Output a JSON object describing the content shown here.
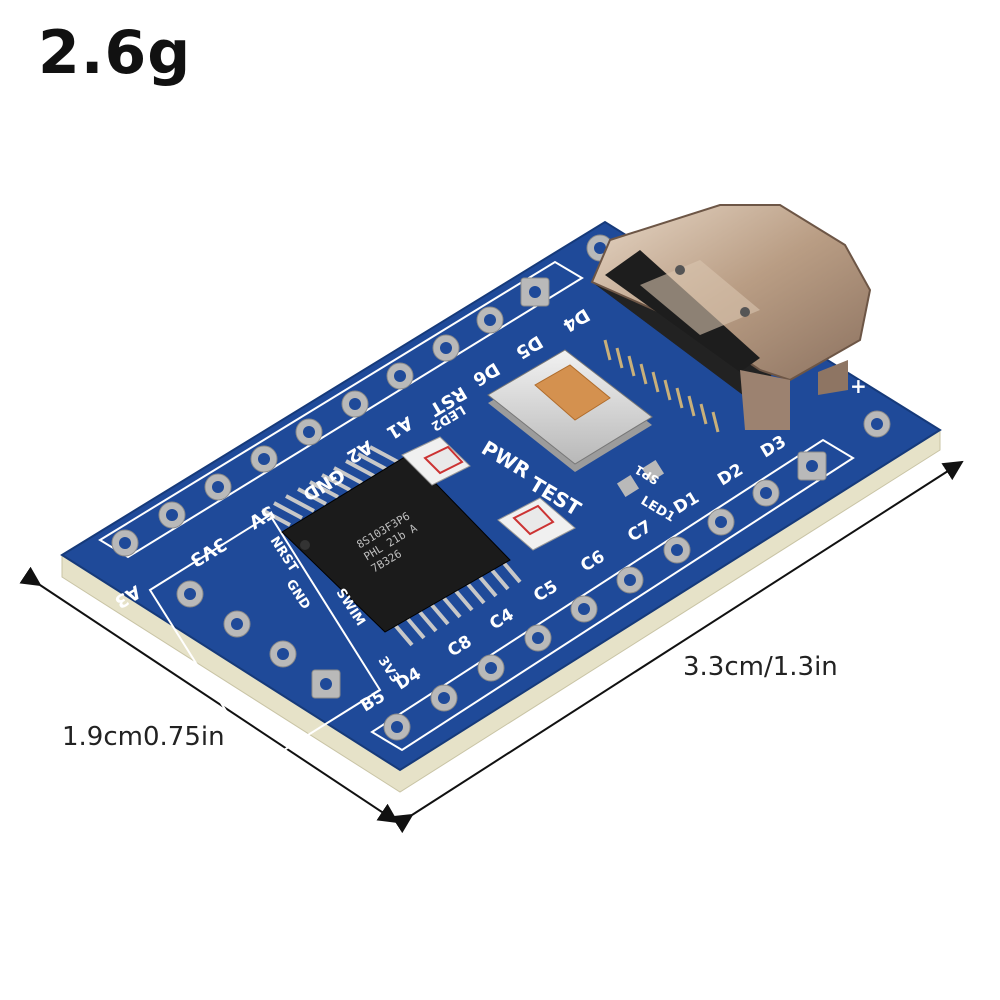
{
  "weight_label": "2.6g",
  "dimensions": {
    "length_label": "3.3cm/1.3in",
    "width_label": "1.9cm0.75in"
  },
  "board": {
    "top_row_pins": [
      "A3",
      "3V3",
      "5V",
      "GND",
      "A2",
      "A1",
      "RST",
      "D6",
      "D5",
      "D4"
    ],
    "bottom_row_pins": [
      "B5",
      "D4",
      "C8",
      "C4",
      "C5",
      "C6",
      "C7",
      "D1",
      "D2",
      "D3"
    ],
    "swim_header_pins": [
      "3V3",
      "SWIM",
      "GND",
      "NRST"
    ],
    "led_labels": [
      "LED2",
      "LED1"
    ],
    "button_labels": [
      "PWR",
      "TEST",
      "SP1"
    ],
    "plus_mark": "+",
    "chip_marking": [
      "8S103F3P6",
      "PHL 21b A",
      "7B326"
    ],
    "colors": {
      "pcb": "#1f4a99",
      "silkscreen": "#ffffff",
      "edge": "#e6e2c8",
      "pad": "#b9b9b9"
    }
  }
}
